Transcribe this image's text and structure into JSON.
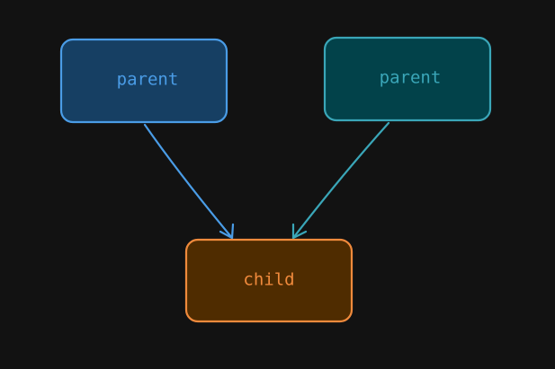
{
  "nodes": [
    {
      "id": "parent-left",
      "label": "parent",
      "fill": "#163F63",
      "stroke": "#4A9CE6",
      "text": "#4A9CE6"
    },
    {
      "id": "parent-right",
      "label": "parent",
      "fill": "#02424A",
      "stroke": "#3AA6B8",
      "text": "#3AA6B8"
    },
    {
      "id": "child",
      "label": "child",
      "fill": "#4F2C00",
      "stroke": "#F08A3C",
      "text": "#F08A3C"
    }
  ],
  "edges": [
    {
      "from": "parent-left",
      "to": "child",
      "color": "#4A9CE6"
    },
    {
      "from": "parent-right",
      "to": "child",
      "color": "#3AA6B8"
    }
  ],
  "background": "#121212"
}
